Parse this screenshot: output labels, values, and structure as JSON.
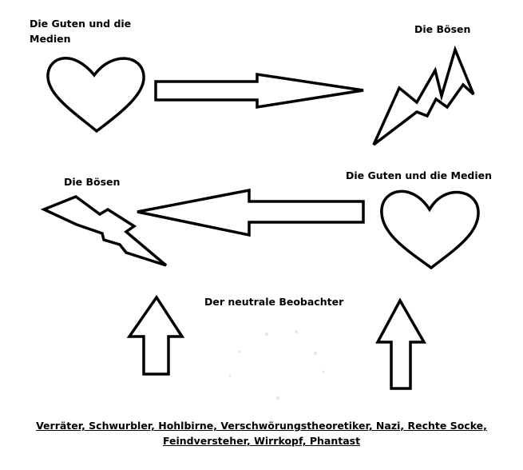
{
  "labels": {
    "top_left": "Die Guten und die Medien",
    "top_right": "Die Bösen",
    "mid_left": "Die Bösen",
    "mid_right": "Die Guten und die Medien",
    "center": "Der neutrale Beobachter"
  },
  "caption": {
    "line1": "Verräter, Schwurbler, Hohlbirne, Verschwörungstheoretiker, Nazi, Rechte Socke,",
    "line2": "Feindversteher, Wirrkopf, Phantast"
  },
  "colors": {
    "stroke": "#000000",
    "background": "#ffffff"
  }
}
